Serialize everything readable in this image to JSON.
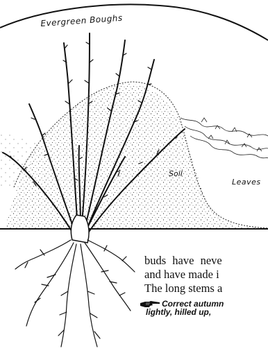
{
  "figure": {
    "labels": {
      "boughs": "Evergreen Boughs",
      "soil": "Soil",
      "leaves": "Leaves"
    },
    "icon": "pointing-hand-icon"
  },
  "text": {
    "lines": [
      "buds have neve",
      "and have made i",
      "The long stems a"
    ],
    "caption": [
      "Correct autumn",
      "lightly, hilled up,"
    ]
  }
}
